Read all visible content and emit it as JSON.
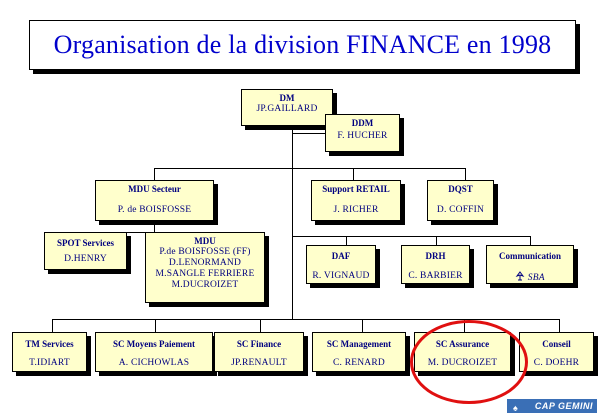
{
  "title": "Organisation de la division FINANCE en 1998",
  "colors": {
    "box_fill": "#ffffcc",
    "text": "#000080",
    "title_text": "#0000cc",
    "highlight": "#e01010",
    "logo_bg": "#3a6fb6"
  },
  "logo": {
    "text": "CAP GEMINI",
    "icon": "cap-gemini-spades-icon"
  },
  "nodes": {
    "dm": {
      "title": "DM",
      "names": [
        "JP.GAILLARD"
      ]
    },
    "ddm": {
      "title": "DDM",
      "names": [
        "F. HUCHER"
      ]
    },
    "mdu_secteur": {
      "title": "MDU Secteur",
      "names": [
        "P. de BOISFOSSE"
      ]
    },
    "support_retail": {
      "title": "Support RETAIL",
      "names": [
        "J. RICHER"
      ]
    },
    "dqst": {
      "title": "DQST",
      "names": [
        "D. COFFIN"
      ]
    },
    "spot": {
      "title": "SPOT Services",
      "names": [
        "D.HENRY"
      ]
    },
    "mdu": {
      "title": "MDU",
      "names": [
        "P.de BOISFOSSE (FF)",
        "D.LENORMAND",
        "M.SANGLE FERRIERE",
        "M.DUCROIZET"
      ]
    },
    "daf": {
      "title": "DAF",
      "names": [
        "R. VIGNAUD"
      ]
    },
    "drh": {
      "title": "DRH",
      "names": [
        "C. BARBIER"
      ]
    },
    "communication": {
      "title": "Communication",
      "names": [
        "SBA"
      ]
    },
    "tm_services": {
      "title": "TM Services",
      "names": [
        "T.IDIART"
      ]
    },
    "sc_moyens": {
      "title": "SC Moyens Paiement",
      "names": [
        "A. CICHOWLAS"
      ]
    },
    "sc_finance": {
      "title": "SC Finance",
      "names": [
        "JP.RENAULT"
      ]
    },
    "sc_management": {
      "title": "SC Management",
      "names": [
        "C. RENARD"
      ]
    },
    "sc_assurance": {
      "title": "SC Assurance",
      "names": [
        "M. DUCROIZET"
      ]
    },
    "conseil": {
      "title": "Conseil",
      "names": [
        "C. DOEHR"
      ]
    }
  }
}
